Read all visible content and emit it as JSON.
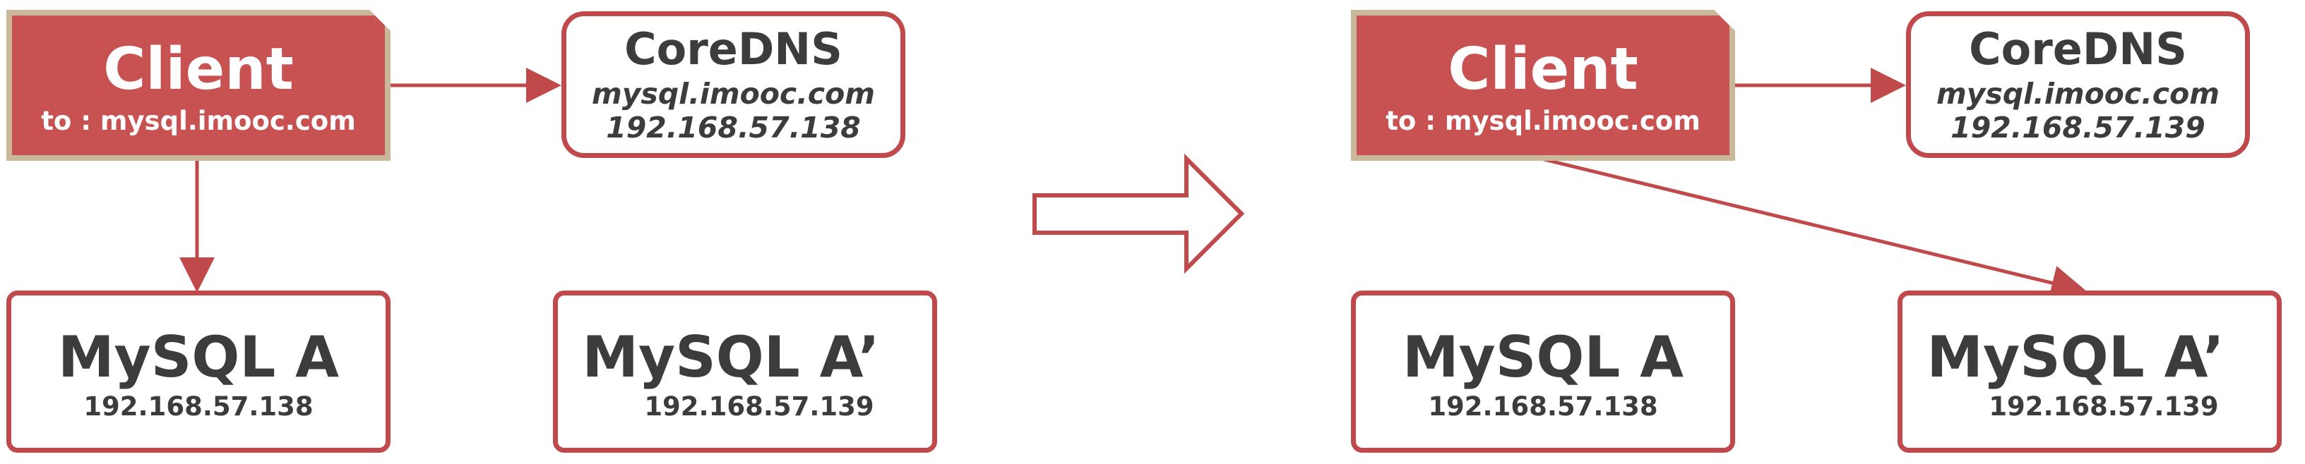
{
  "panels": [
    {
      "client": {
        "title": "Client",
        "target": "to : mysql.imooc.com"
      },
      "coredns": {
        "title": "CoreDNS",
        "domain": "mysql.imooc.com",
        "ip": "192.168.57.138"
      },
      "mysql_a": {
        "title": "MySQL A",
        "ip": "192.168.57.138"
      },
      "mysql_a_prime": {
        "title": "MySQL A’",
        "ip": "192.168.57.139"
      }
    },
    {
      "client": {
        "title": "Client",
        "target": "to : mysql.imooc.com"
      },
      "coredns": {
        "title": "CoreDNS",
        "domain": "mysql.imooc.com",
        "ip": "192.168.57.139"
      },
      "mysql_a": {
        "title": "MySQL A",
        "ip": "192.168.57.138"
      },
      "mysql_a_prime": {
        "title": "MySQL A’",
        "ip": "192.168.57.139"
      }
    }
  ],
  "colors": {
    "accent": "#c85152",
    "border": "#c04a4b",
    "client_border": "#c9b99a",
    "text": "#3c3c3c"
  }
}
